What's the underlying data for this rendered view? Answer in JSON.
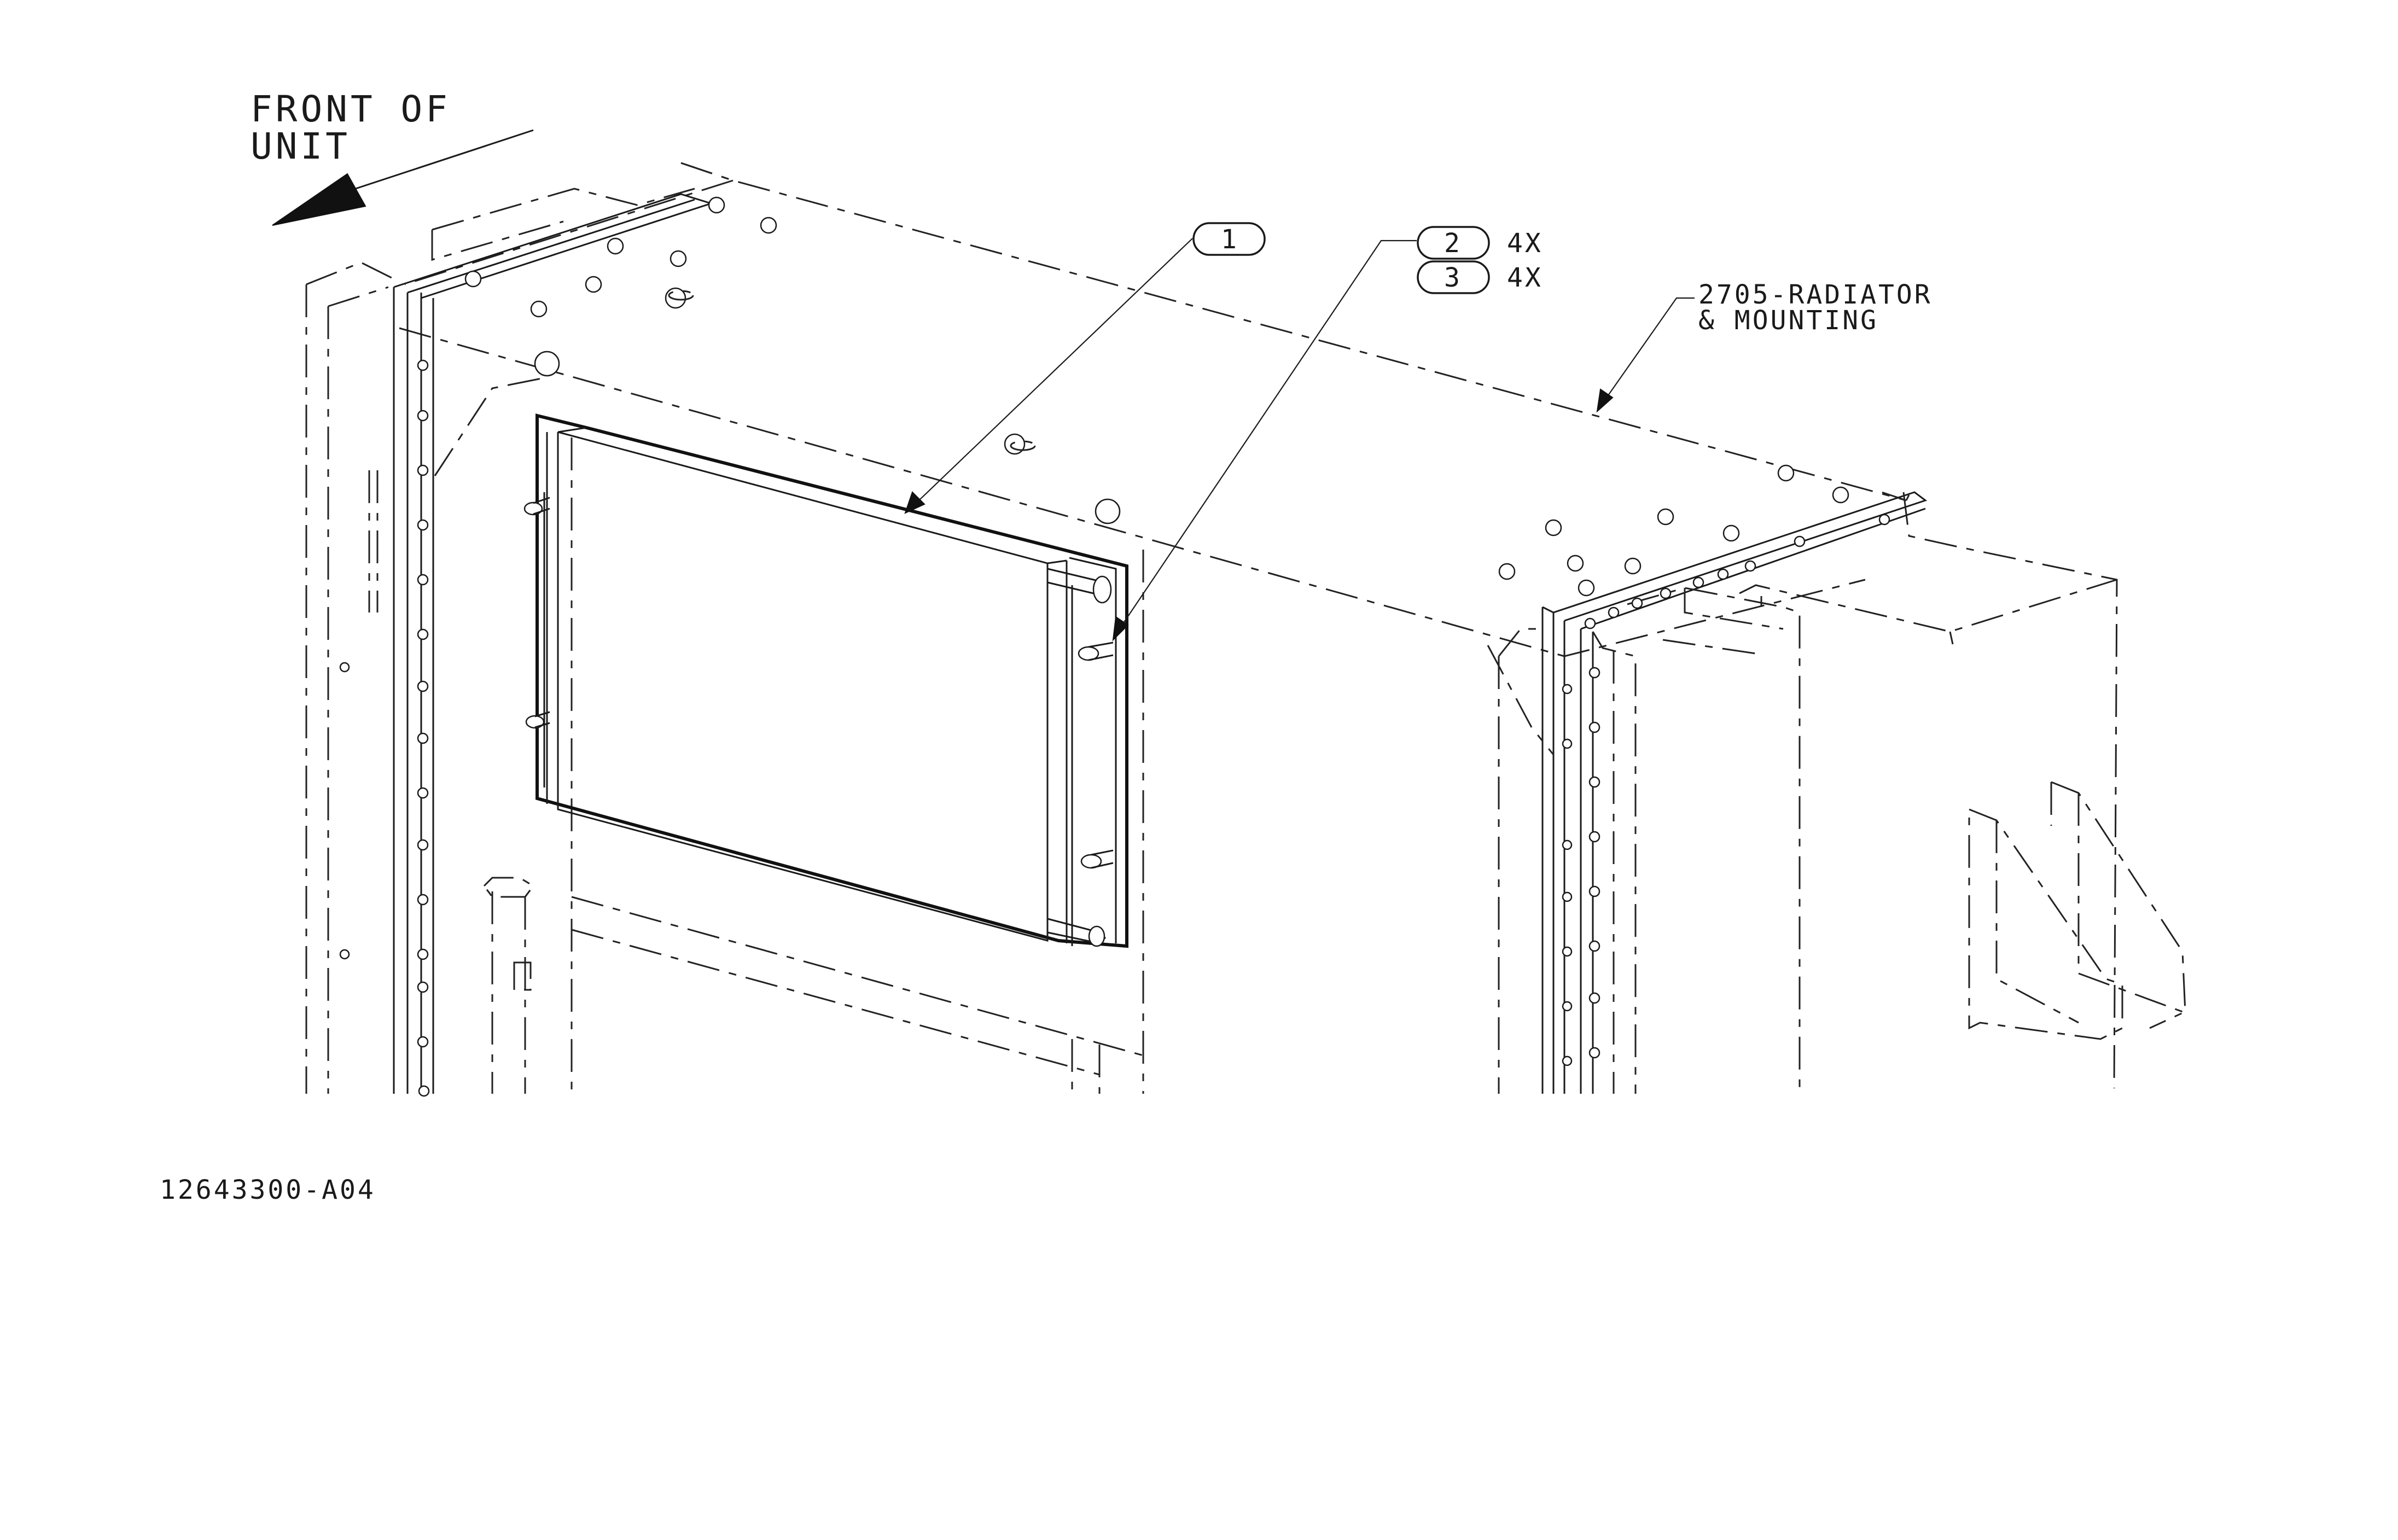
{
  "front_label_line1": "FRONT OF",
  "front_label_line2": "UNIT",
  "callouts": [
    {
      "number": "1",
      "qty": ""
    },
    {
      "number": "2",
      "qty": "4X"
    },
    {
      "number": "3",
      "qty": "4X"
    }
  ],
  "reference_line1": "2705-RADIATOR",
  "reference_line2": "& MOUNTING",
  "drawing_number": "12643300-A04"
}
